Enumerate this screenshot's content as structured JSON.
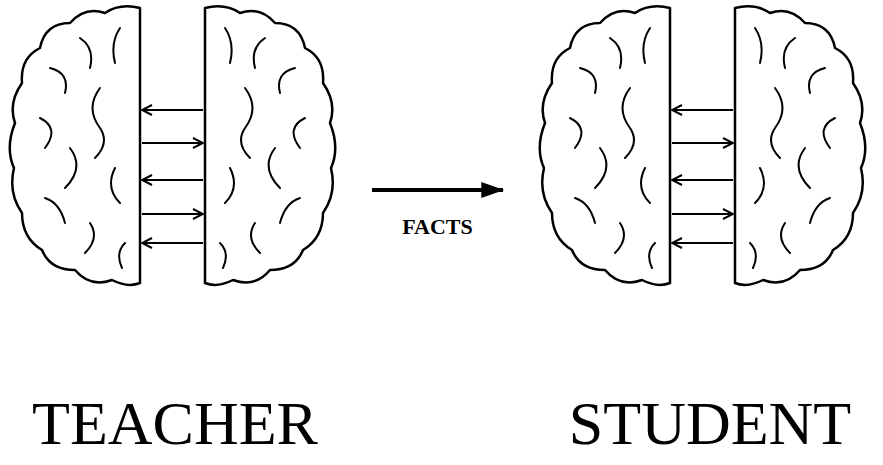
{
  "diagram": {
    "nodes": [
      {
        "text": [
          "TEACHER"
        ]
      },
      {
        "text": [
          "STUDENT"
        ]
      }
    ],
    "edges": [
      {
        "from": 0,
        "to": 1,
        "arrow": "to",
        "label": "FACTS"
      }
    ]
  }
}
